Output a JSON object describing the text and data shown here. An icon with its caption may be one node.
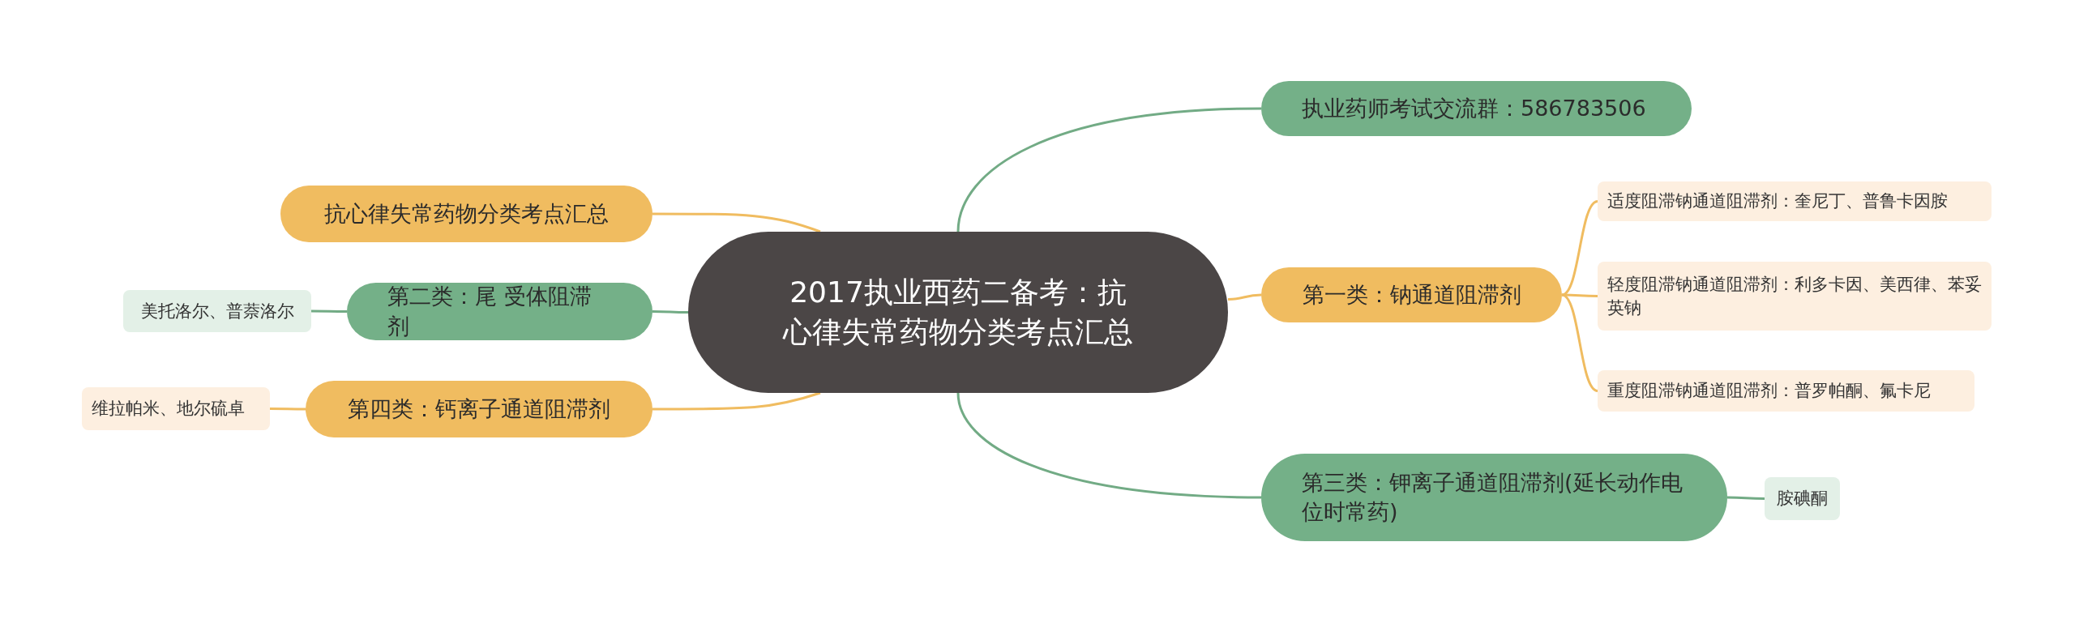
{
  "diagram": {
    "nodes": [
      {
        "text": [
          "2017执业西药二备考：抗心律失常药物分类考点汇总"
        ]
      },
      {
        "text": [
          "执业药师考试交流群：586783506"
        ]
      },
      {
        "text": [
          "抗心律失常药物分类考点汇总"
        ]
      },
      {
        "text": [
          "第一类：钠通道阻滞剂"
        ]
      },
      {
        "text": [
          "适度阻滞钠通道阻滞剂：奎尼丁、普鲁卡因胺"
        ]
      },
      {
        "text": [
          "轻度阻滞钠通道阻滞剂：利多卡因、美西律、苯妥英钠"
        ]
      },
      {
        "text": [
          "重度阻滞钠通道阻滞剂：普罗帕酮、氟卡尼"
        ]
      },
      {
        "text": [
          "第二类：尾 受体阻滞剂"
        ]
      },
      {
        "text": [
          "美托洛尔、普萘洛尔"
        ]
      },
      {
        "text": [
          "第四类：钙离子通道阻滞剂"
        ]
      },
      {
        "text": [
          "维拉帕米、地尔硫卓"
        ]
      },
      {
        "text": [
          "第三类：钾离子通道阻滞剂(延长动作电位时常药)"
        ]
      },
      {
        "text": [
          "胺碘酮"
        ]
      }
    ],
    "edges": [
      {
        "from": 0,
        "to": 1,
        "arrow": "none",
        "color": "#72ab85"
      },
      {
        "from": 0,
        "to": 2,
        "arrow": "none"
      },
      {
        "from": 0,
        "to": 3,
        "arrow": "none"
      },
      {
        "from": 3,
        "to": 4,
        "arrow": "none"
      },
      {
        "from": 3,
        "to": 5,
        "arrow": "none"
      },
      {
        "from": 3,
        "to": 6,
        "arrow": "none"
      },
      {
        "from": 0,
        "to": 7,
        "arrow": "none",
        "color": "#72ab85"
      },
      {
        "from": 7,
        "to": 8,
        "arrow": "none",
        "color": "#72ab85"
      },
      {
        "from": 0,
        "to": 9,
        "arrow": "none"
      },
      {
        "from": 9,
        "to": 10,
        "arrow": "none"
      },
      {
        "from": 0,
        "to": 11,
        "arrow": "none",
        "color": "#72ab85"
      },
      {
        "from": 11,
        "to": 12,
        "arrow": "none",
        "color": "#72ab85"
      }
    ]
  }
}
